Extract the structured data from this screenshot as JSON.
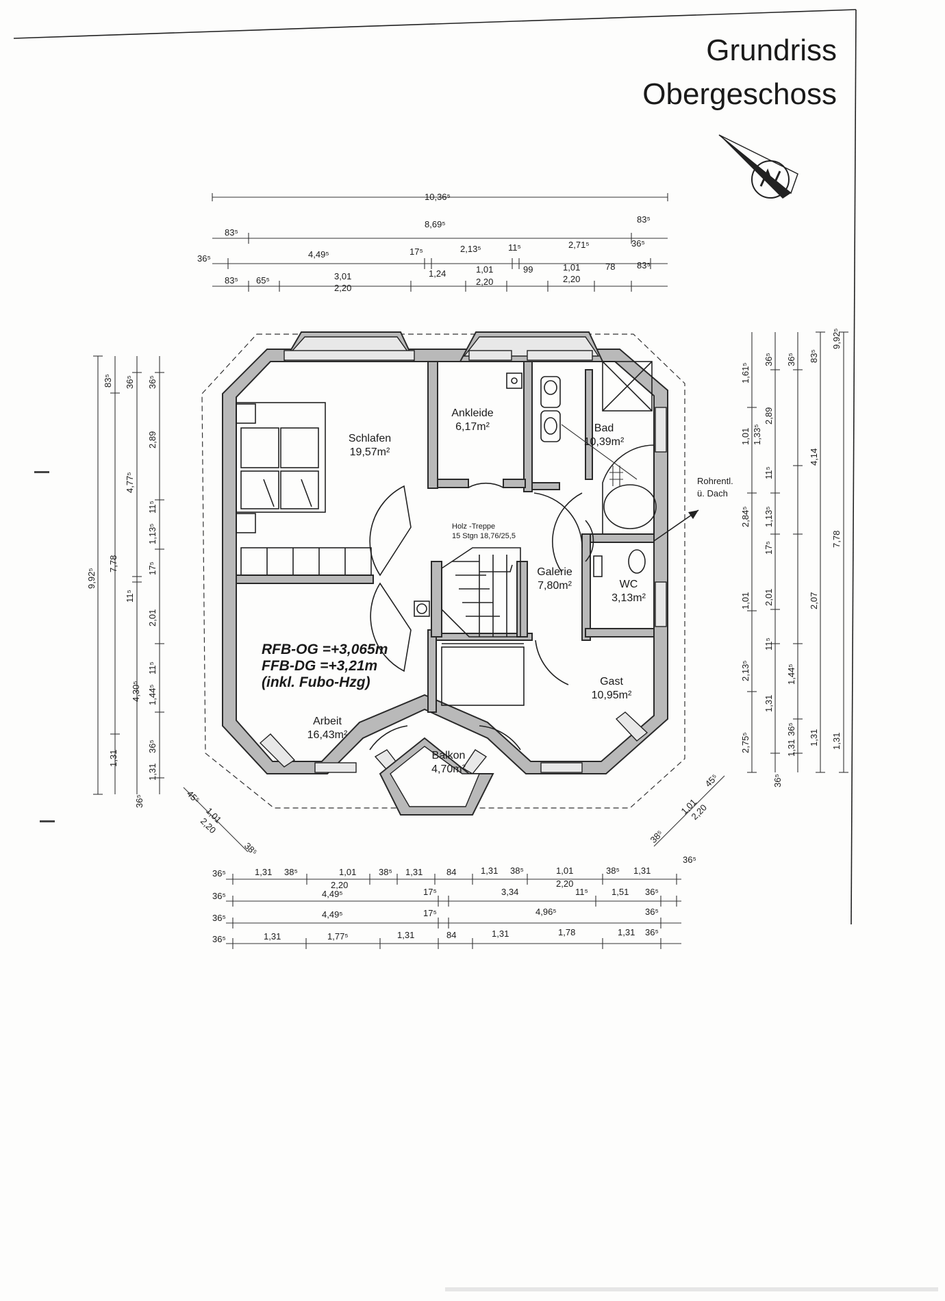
{
  "title": {
    "line1": "Grundriss",
    "line2": "Obergeschoss"
  },
  "rooms": {
    "schlafen": {
      "name": "Schlafen",
      "area": "19,57m²"
    },
    "ankleide": {
      "name": "Ankleide",
      "area": "6,17m²"
    },
    "bad": {
      "name": "Bad",
      "area": "10,39m²"
    },
    "galerie": {
      "name": "Galerie",
      "area": "7,80m²"
    },
    "wc": {
      "name": "WC",
      "area": "3,13m²"
    },
    "gast": {
      "name": "Gast",
      "area": "10,95m²"
    },
    "arbeit": {
      "name": "Arbeit",
      "area": "16,43m²"
    },
    "balkon": {
      "name": "Balkon",
      "area": "4,70m²"
    }
  },
  "stair": {
    "line1": "Holz -Treppe",
    "line2": "15 Stgn 18,76/25,5"
  },
  "note": {
    "line1": "Rohrentl.",
    "line2": "ü. Dach"
  },
  "levels": [
    "RFB-OG =+3,065m",
    "FFB-DG =+3,21m",
    "(inkl. Fubo-Hzg)"
  ],
  "dims": {
    "top1": "10,36⁵",
    "top2": [
      "83⁵",
      "8,69⁵",
      "83⁵"
    ],
    "top3": [
      "36⁵",
      "4,49⁵",
      "17⁵",
      "2,13⁵",
      "11⁵",
      "2,71⁵",
      "36⁵"
    ],
    "top4": [
      "83⁵",
      "65⁵",
      "3,01",
      "2,20",
      "1,24",
      "1,01",
      "2,20",
      "99",
      "1,01",
      "2,20",
      "78",
      "83⁵"
    ],
    "bot1": [
      "36⁵",
      "1,31",
      "38⁵",
      "1,01",
      "2,20",
      "38⁵",
      "1,31",
      "84",
      "1,31",
      "38⁵",
      "1,01",
      "2,20",
      "38⁵",
      "1,31",
      "36⁵"
    ],
    "bot2": [
      "36⁵",
      "4,49⁵",
      "17⁵",
      "3,34",
      "11⁵",
      "1,51",
      "36⁵"
    ],
    "bot3": [
      "36⁵",
      "4,49⁵",
      "17⁵",
      "4,96⁵",
      "36⁵"
    ],
    "bot4": [
      "36⁵",
      "1,31",
      "1,77⁵",
      "1,31",
      "84",
      "1,31",
      "1,78",
      "1,31",
      "36⁵"
    ],
    "left1": "9,92⁵",
    "left2": [
      "83⁵",
      "7,78",
      "1,31"
    ],
    "left3": [
      "36⁵",
      "4,77⁵",
      "11⁵",
      "4,30⁵",
      "36⁵"
    ],
    "left4": [
      "36⁵",
      "2,89",
      "11⁵",
      "1,13⁵",
      "17⁵",
      "2,01",
      "11⁵",
      "1,44⁵",
      "36⁵",
      "1,31"
    ],
    "right1": "9,92⁵",
    "right2": [
      "83⁵",
      "7,78",
      "1,31"
    ],
    "right3": [
      "36⁵",
      "4,14",
      "2,07",
      "1,31"
    ],
    "right4": [
      "36⁵",
      "2,89",
      "11⁵",
      "1,13⁵",
      "17⁵",
      "2,01",
      "11⁵",
      "1,44⁵",
      "36⁵",
      "1,31"
    ],
    "right5": [
      "1,61⁵",
      "1,01",
      "1,33⁵",
      "2,84⁵",
      "1,01",
      "2,13⁵",
      "2,75⁵",
      "1,31",
      "36⁵"
    ],
    "diagL": [
      "45⁵",
      "1,01",
      "2,20",
      "38⁵"
    ],
    "diagR": [
      "38⁵",
      "1,01",
      "2,20",
      "45⁵"
    ]
  }
}
